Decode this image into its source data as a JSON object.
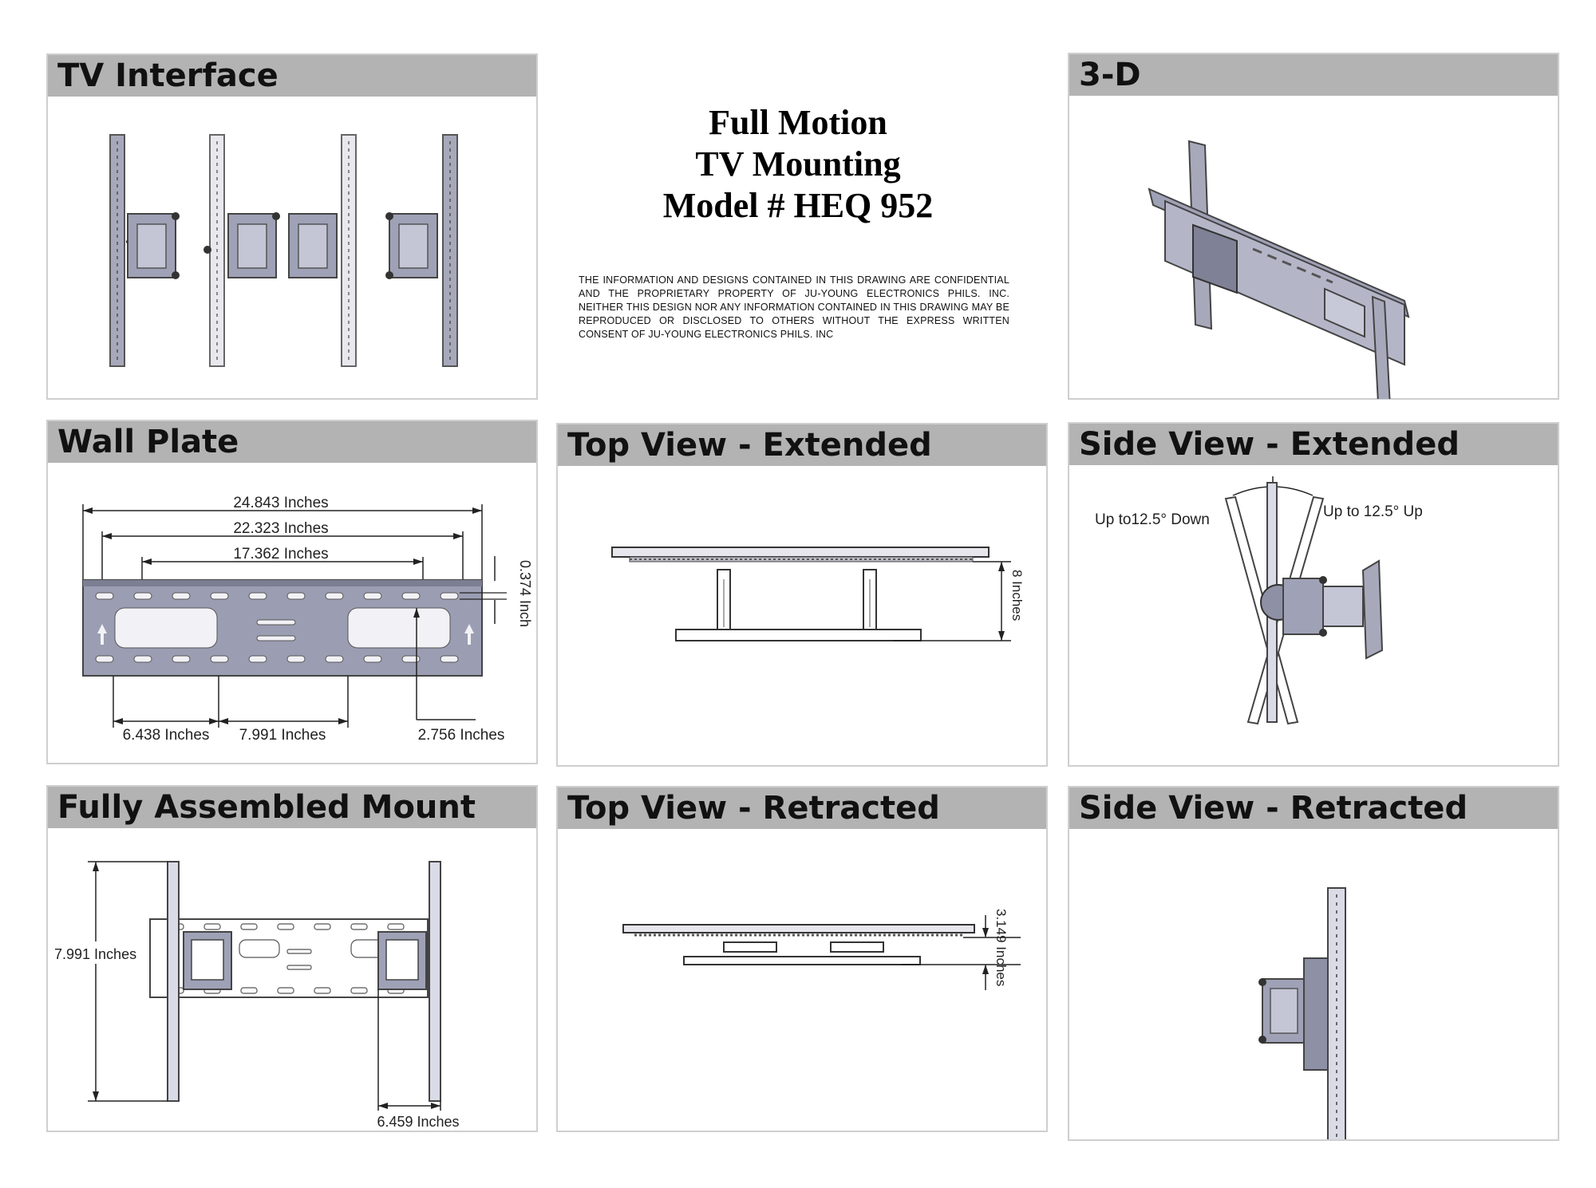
{
  "title": {
    "line1": "Full Motion",
    "line2": "TV Mounting",
    "line3": "Model # HEQ 952"
  },
  "disclaimer": "THE INFORMATION AND DESIGNS CONTAINED IN THIS DRAWING ARE CONFIDENTIAL AND THE PROPRIETARY PROPERTY OF JU-YOUNG ELECTRONICS PHILS. INC. NEITHER THIS DESIGN NOR ANY INFORMATION CONTAINED IN THIS DRAWING MAY BE REPRODUCED OR DISCLOSED TO OTHERS WITHOUT THE EXPRESS WRITTEN CONSENT OF JU-YOUNG ELECTRONICS PHILS. INC",
  "panels": {
    "tv_interface": {
      "title": "TV Interface"
    },
    "three_d": {
      "title": "3-D"
    },
    "wall_plate": {
      "title": "Wall Plate",
      "dims": {
        "overall": "24.843 Inches",
        "mid": "22.323 Inches",
        "inner": "17.362 Inches",
        "slot": "0.374 Inch",
        "left": "6.438 Inches",
        "center": "7.991 Inches",
        "right": "2.756 Inches"
      }
    },
    "top_extended": {
      "title": "Top View - Extended",
      "dim": "8 Inches"
    },
    "side_extended": {
      "title": "Side View - Extended",
      "down": "Up to12.5° Down",
      "up": "Up to 12.5° Up"
    },
    "assembled": {
      "title": "Fully Assembled Mount",
      "height": "7.991 Inches",
      "width": "6.459 Inches"
    },
    "top_retracted": {
      "title": "Top View - Retracted",
      "dim": "3.149 Inches"
    },
    "side_retracted": {
      "title": "Side View - Retracted"
    }
  },
  "colors": {
    "header": "#b3b3b3",
    "metal": "#8e90a6",
    "metal_dark": "#5c5e6e",
    "border": "#cfcfcf"
  }
}
